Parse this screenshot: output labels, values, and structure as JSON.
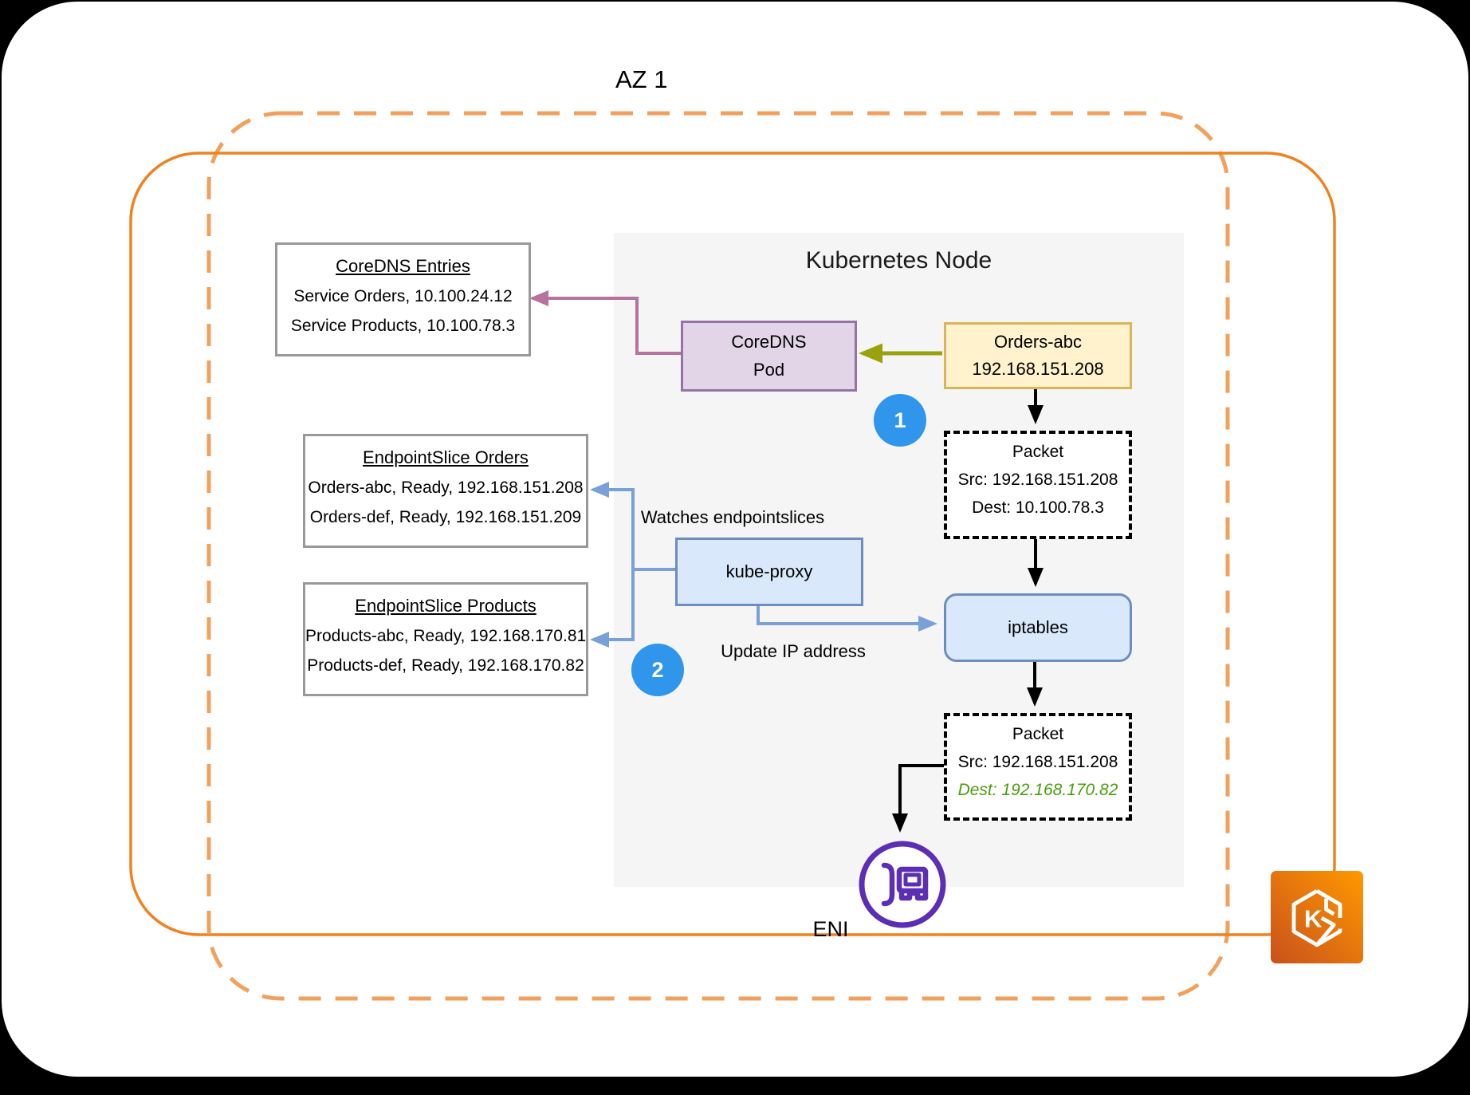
{
  "az": {
    "label": "AZ 1"
  },
  "node_panel": {
    "title": "Kubernetes Node"
  },
  "coredns_entries": {
    "title": "CoreDNS Entries",
    "rows": [
      "Service Orders, 10.100.24.12",
      "Service Products, 10.100.78.3"
    ]
  },
  "endpointslice_orders": {
    "title": "EndpointSlice Orders",
    "rows": [
      "Orders-abc, Ready, 192.168.151.208",
      "Orders-def, Ready, 192.168.151.209"
    ]
  },
  "endpointslice_products": {
    "title": "EndpointSlice Products",
    "rows": [
      "Products-abc, Ready, 192.168.170.81",
      "Products-def, Ready, 192.168.170.82"
    ]
  },
  "coredns_pod": {
    "line1": "CoreDNS",
    "line2": "Pod"
  },
  "orders_pod": {
    "name": "Orders-abc",
    "ip": "192.168.151.208"
  },
  "kube_proxy": {
    "label": "kube-proxy"
  },
  "iptables": {
    "label": "iptables"
  },
  "packet_before": {
    "title": "Packet",
    "src": "Src: 192.168.151.208",
    "dest": "Dest: 10.100.78.3"
  },
  "packet_after": {
    "title": "Packet",
    "src": "Src: 192.168.151.208",
    "dest": "Dest: 192.168.170.82"
  },
  "labels": {
    "watches": "Watches endpointslices",
    "update_ip": "Update IP address",
    "eni": "ENI"
  },
  "steps": {
    "one": "1",
    "two": "2"
  },
  "icons": {
    "eni": "network-interface-icon",
    "eks": "kubernetes-eks-icon",
    "eks_letter": "K"
  },
  "colors": {
    "az_dashed_border": "#F2A15C",
    "vpc_solid_border": "#F0821E",
    "node_panel_bg": "#F5F5F6",
    "info_box_border": "#999999",
    "coredns_pod_bg": "#E1D5E7",
    "coredns_pod_border": "#9673A6",
    "orders_pod_bg": "#FFF2CC",
    "orders_pod_border": "#D6B656",
    "blue_box_bg": "#DAE8FC",
    "blue_box_border": "#6C8EBF",
    "step_circle_bg": "#2F96EB",
    "blue_arrow": "#7AA0D8",
    "purple_arrow": "#B5739D",
    "olive_arrow": "#99A10D",
    "black_arrow": "#000000",
    "green_dest_text": "#4A9E0C",
    "eni_purple": "#5C2DB5",
    "eks_gradient_start": "#C8511B",
    "eks_gradient_end": "#FF9900"
  }
}
